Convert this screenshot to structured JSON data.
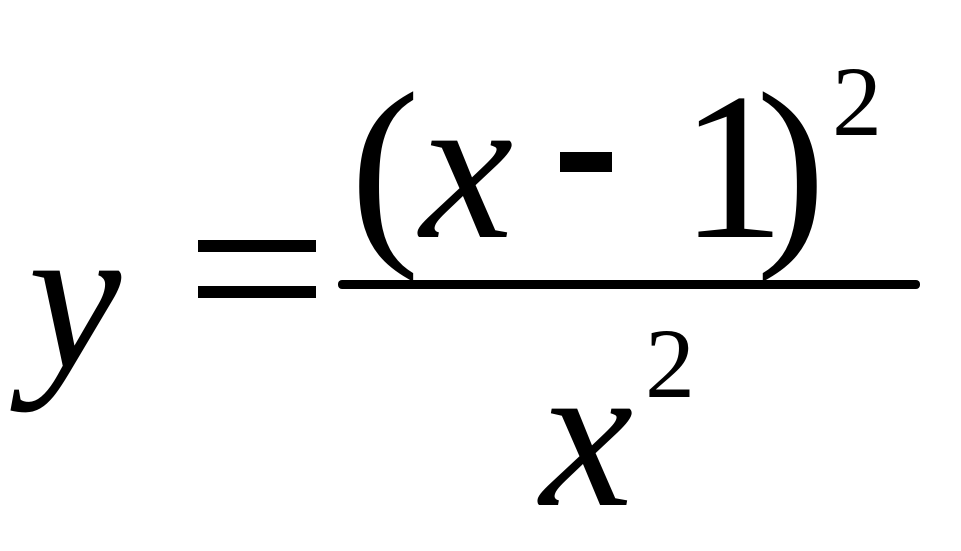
{
  "equation": {
    "lhs_variable": "y",
    "equals": "=",
    "numerator": {
      "open_paren": "(",
      "variable": "x",
      "operator": "-",
      "constant": "1",
      "close_paren": ")",
      "exponent": "2"
    },
    "denominator": {
      "variable": "x",
      "exponent": "2"
    }
  },
  "colors": {
    "text": "#000000",
    "background": "#ffffff"
  }
}
